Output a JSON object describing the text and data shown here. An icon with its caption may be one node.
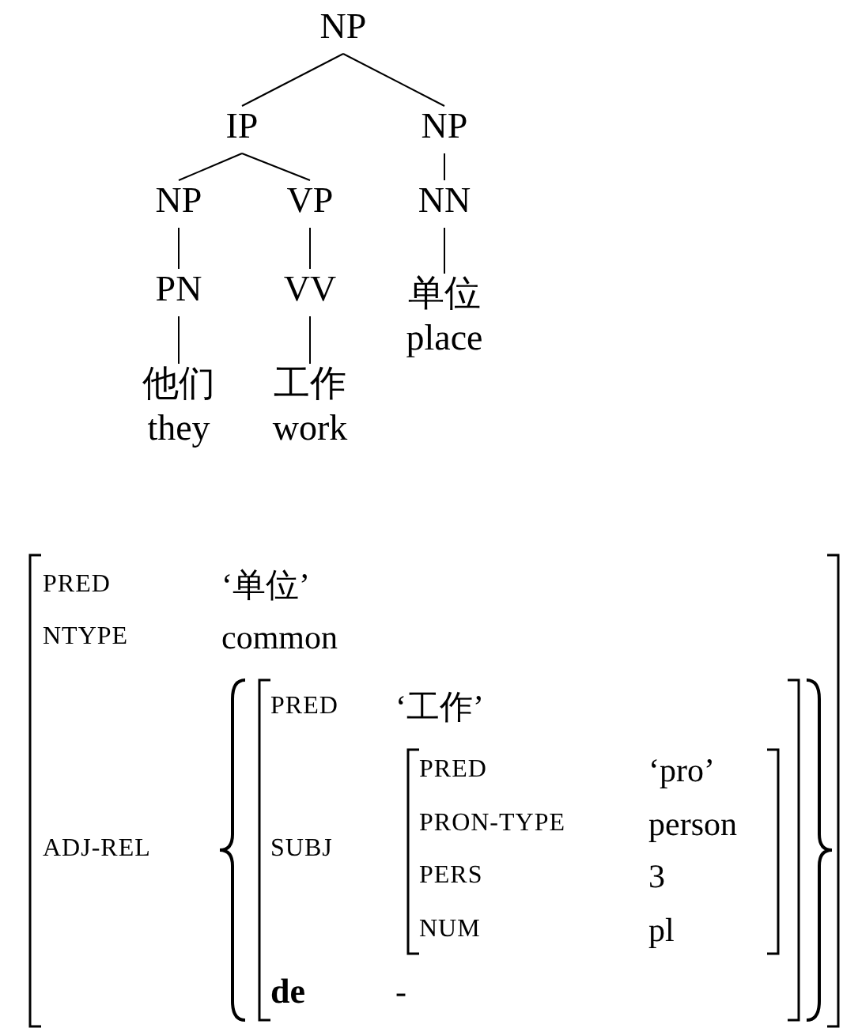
{
  "diagram": {
    "nodes": [
      {
        "text": [
          "NP"
        ]
      },
      {
        "text": [
          "IP"
        ]
      },
      {
        "text": [
          "NP"
        ]
      },
      {
        "text": [
          "NP"
        ]
      },
      {
        "text": [
          "VP"
        ]
      },
      {
        "text": [
          "NN"
        ]
      },
      {
        "text": [
          "PN"
        ]
      },
      {
        "text": [
          "VV"
        ]
      },
      {
        "text": [
          "单位",
          "place"
        ]
      },
      {
        "text": [
          "他们",
          "they"
        ]
      },
      {
        "text": [
          "工作",
          "work"
        ]
      }
    ],
    "edges": [
      {
        "from": 0,
        "to": 1,
        "arrow": "none"
      },
      {
        "from": 0,
        "to": 2,
        "arrow": "none"
      },
      {
        "from": 1,
        "to": 3,
        "arrow": "none"
      },
      {
        "from": 1,
        "to": 4,
        "arrow": "none"
      },
      {
        "from": 2,
        "to": 5,
        "arrow": "none"
      },
      {
        "from": 3,
        "to": 6,
        "arrow": "none"
      },
      {
        "from": 4,
        "to": 7,
        "arrow": "none"
      },
      {
        "from": 5,
        "to": 8,
        "arrow": "none"
      },
      {
        "from": 6,
        "to": 9,
        "arrow": "none"
      },
      {
        "from": 7,
        "to": 10,
        "arrow": "none"
      }
    ],
    "labels": [
      "PRED",
      "‘单位’",
      "NTYPE",
      "common",
      "ADJ-REL",
      "PRED",
      "‘工作’",
      "SUBJ",
      "PRED",
      "‘pro’",
      "PRON-TYPE",
      "person",
      "PERS",
      "3",
      "NUM",
      "pl",
      "de",
      "-"
    ]
  }
}
